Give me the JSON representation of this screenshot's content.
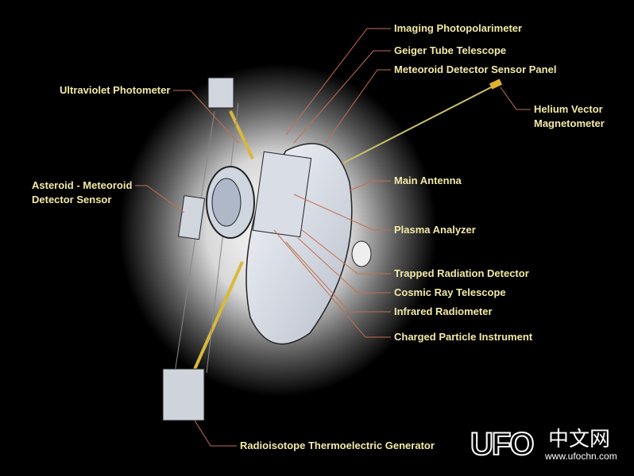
{
  "labels": {
    "imaging_photopolarimeter": "Imaging Photopolarimeter",
    "geiger_tube_telescope": "Geiger Tube Telescope",
    "meteoroid_detector_sensor_panel": "Meteoroid Detector Sensor Panel",
    "helium_vector_magnetometer_1": "Helium Vector",
    "helium_vector_magnetometer_2": "Magnetometer",
    "ultraviolet_photometer": "Ultraviolet Photometer",
    "asteroid_meteoroid_1": "Asteroid - Meteoroid",
    "asteroid_meteoroid_2": "Detector Sensor",
    "main_antenna": "Main Antenna",
    "plasma_analyzer": "Plasma Analyzer",
    "trapped_radiation_detector": "Trapped Radiation Detector",
    "cosmic_ray_telescope": "Cosmic Ray Telescope",
    "infrared_radiometer": "Infrared Radiometer",
    "charged_particle_instrument": "Charged Particle Instrument",
    "rtg": "Radioisotope Thermoelectric Generator"
  },
  "watermark": {
    "logo": "UFO",
    "chinese": "中文网",
    "url": "www.ufochn.com"
  },
  "colors": {
    "label": "#f3e9a6",
    "leader": "#c46f4c",
    "boom": "#d9b83a"
  }
}
